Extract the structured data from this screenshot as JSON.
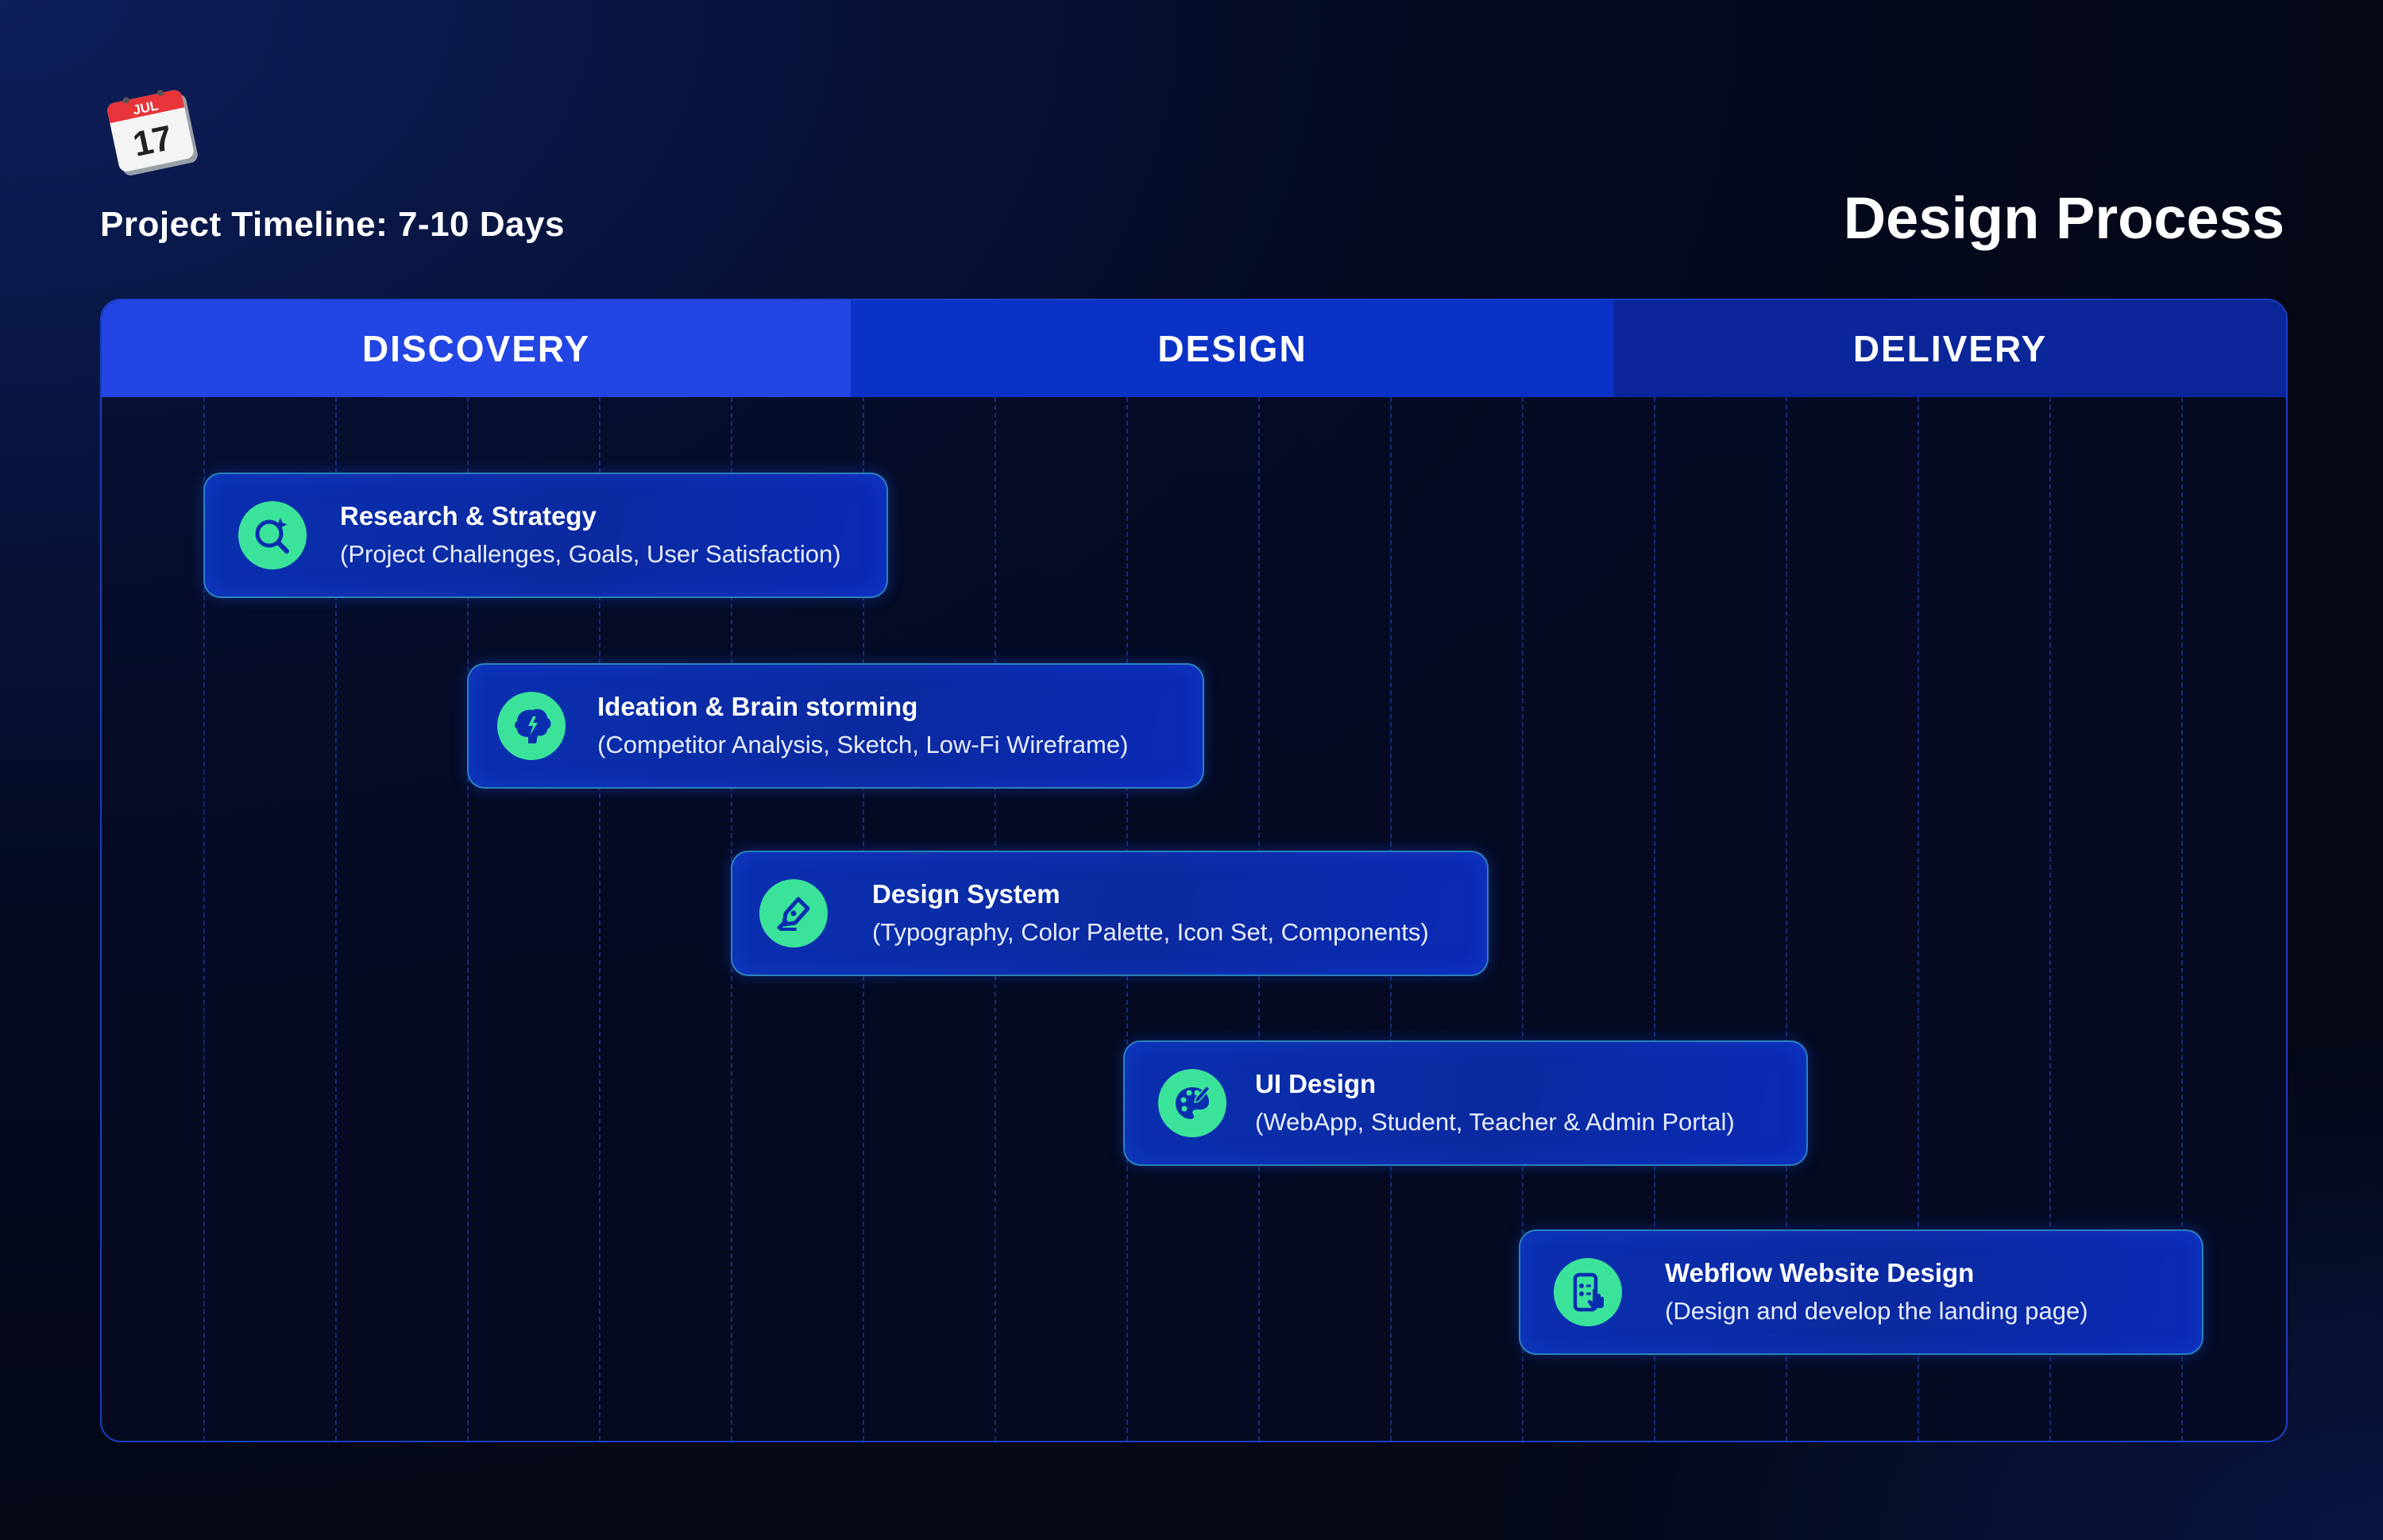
{
  "header": {
    "timeline_label": "Project Timeline: 7-10 Days",
    "title": "Design Process",
    "calendar_icon": {
      "icon": "calendar-icon",
      "month": "JUL",
      "day": "17"
    }
  },
  "phases": [
    {
      "label": "DISCOVERY",
      "color": "#2245e3"
    },
    {
      "label": "DESIGN",
      "color": "#0a32c6"
    },
    {
      "label": "DELIVERY",
      "color": "#0a2699"
    }
  ],
  "tasks": [
    {
      "title": "Research & Strategy",
      "desc": "(Project Challenges, Goals, User Satisfaction)",
      "icon": "research-search-icon"
    },
    {
      "title": "Ideation & Brain storming",
      "desc": "(Competitor Analysis, Sketch, Low-Fi Wireframe)",
      "icon": "brain-icon"
    },
    {
      "title": "Design System",
      "desc": "(Typography, Color Palette, Icon Set, Components)",
      "icon": "pen-tool-icon"
    },
    {
      "title": "UI Design",
      "desc": "(WebApp, Student, Teacher & Admin Portal)",
      "icon": "palette-icon"
    },
    {
      "title": "Webflow Website Design",
      "desc": "(Design and develop the landing page)",
      "icon": "mobile-touch-icon"
    }
  ],
  "colors": {
    "accent": "#3be39a",
    "background": "#040a1f",
    "border": "#1b3fc4"
  }
}
